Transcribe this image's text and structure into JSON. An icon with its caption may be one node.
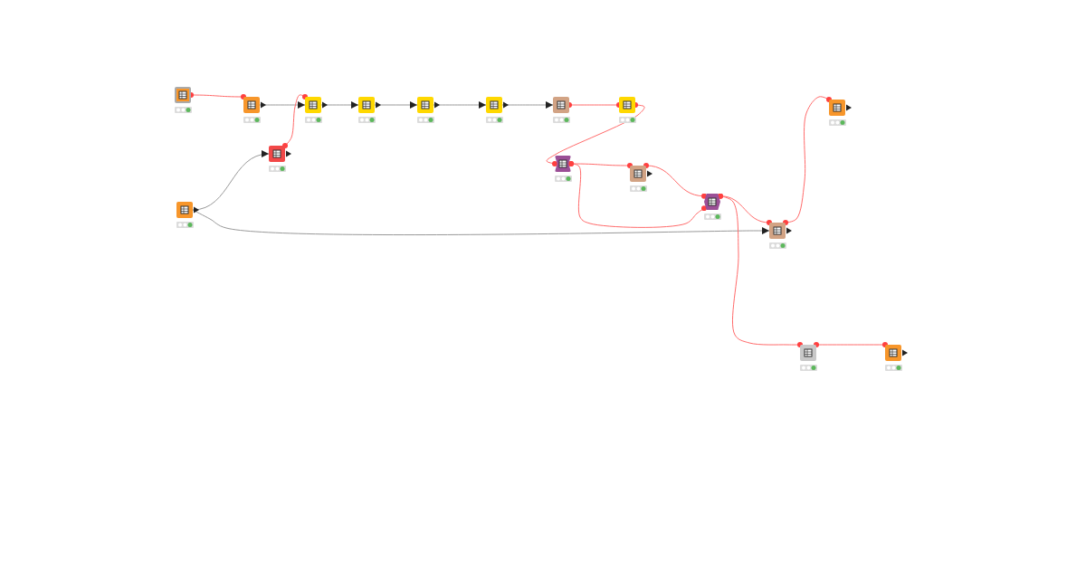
{
  "diagram": {
    "nodes": [
      {
        "text": [],
        "shape": "box"
      },
      {
        "text": [],
        "shape": "box"
      },
      {
        "text": [],
        "shape": "box"
      },
      {
        "text": [],
        "shape": "box"
      },
      {
        "text": [],
        "shape": "box"
      },
      {
        "text": [],
        "shape": "box"
      },
      {
        "text": [],
        "shape": "box"
      },
      {
        "text": [],
        "shape": "box"
      },
      {
        "text": [],
        "shape": "box"
      },
      {
        "text": [],
        "shape": "box"
      },
      {
        "text": [],
        "shape": "box"
      },
      {
        "text": [],
        "shape": "box"
      },
      {
        "text": [],
        "shape": "box"
      },
      {
        "text": [],
        "shape": "box"
      },
      {
        "text": [],
        "shape": "box"
      },
      {
        "text": [],
        "shape": "box"
      },
      {
        "text": [],
        "shape": "box"
      }
    ],
    "edges": [
      {
        "from": 0,
        "to": 1,
        "arrow": "other"
      },
      {
        "from": 1,
        "to": 2,
        "arrow": "to",
        "color": "#999999"
      },
      {
        "from": 2,
        "to": 3,
        "arrow": "to",
        "color": "#999999"
      },
      {
        "from": 3,
        "to": 4,
        "arrow": "to",
        "color": "#999999"
      },
      {
        "from": 4,
        "to": 5,
        "arrow": "to",
        "color": "#999999"
      },
      {
        "from": 5,
        "to": 6,
        "arrow": "to",
        "color": "#999999"
      },
      {
        "from": 6,
        "to": 7,
        "arrow": "other"
      },
      {
        "from": 7,
        "to": 10,
        "arrow": "other"
      },
      {
        "from": 9,
        "to": 2,
        "arrow": "other"
      },
      {
        "from": 12,
        "to": 9,
        "arrow": "to",
        "color": "#999999"
      },
      {
        "from": 12,
        "to": 14,
        "arrow": "to",
        "color": "#999999"
      },
      {
        "from": 10,
        "to": 11,
        "arrow": "other"
      },
      {
        "from": 10,
        "to": 13,
        "arrow": "other"
      },
      {
        "from": 11,
        "to": 13,
        "arrow": "other"
      },
      {
        "from": 13,
        "to": 14,
        "arrow": "other"
      },
      {
        "from": 14,
        "to": 8,
        "arrow": "other"
      },
      {
        "from": 13,
        "to": 15,
        "arrow": "other"
      },
      {
        "from": 15,
        "to": 16,
        "arrow": "other"
      }
    ]
  }
}
